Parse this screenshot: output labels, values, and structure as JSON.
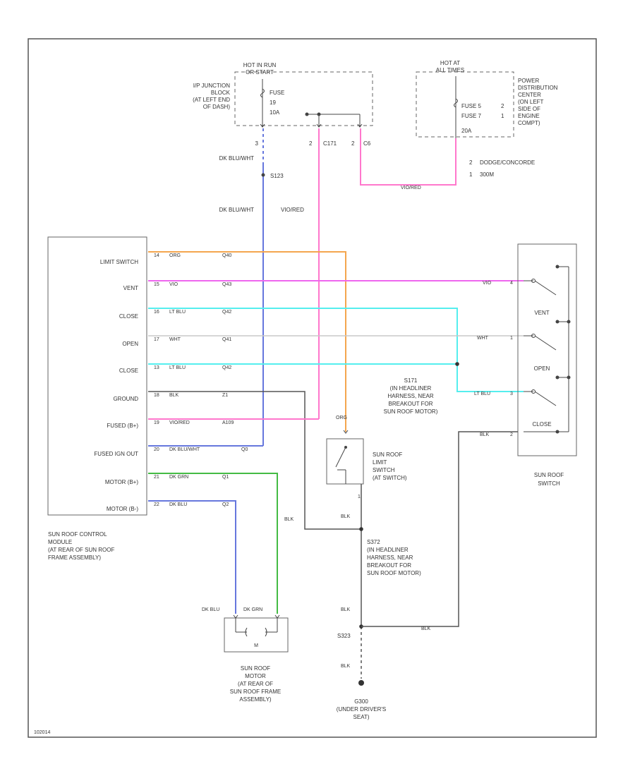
{
  "figure_id": "102014",
  "hot_run": {
    "header": [
      "HOT IN RUN",
      "OR START"
    ],
    "fuse_lines": [
      "FUSE",
      "19",
      "10A"
    ],
    "block_label": [
      "I/P JUNCTION",
      "BLOCK",
      "(AT LEFT END",
      "OF DASH)"
    ],
    "pin_left": "3",
    "pin_c1": "2",
    "c1_name": "C171",
    "pin_c2": "2",
    "c2_name": "C6"
  },
  "hot_all": {
    "header": [
      "HOT AT",
      "ALL TIMES"
    ],
    "fuse_rows": [
      "FUSE 5",
      "FUSE 7",
      "20A"
    ],
    "row_nums": [
      "2",
      "1"
    ],
    "block_label": [
      "POWER",
      "DISTRIBUTION",
      "CENTER",
      "(ON LEFT",
      "SIDE OF",
      "ENGINE",
      "COMPT)"
    ],
    "variants": [
      {
        "num": "2",
        "text": "DODGE/CONCORDE"
      },
      {
        "num": "1",
        "text": "300M"
      }
    ]
  },
  "wires": {
    "dk_blu_wht": "DK BLU/WHT",
    "splice_top": "S123",
    "vio_red": "VIO/RED",
    "vio_red_bottom": "VIO/RED"
  },
  "module": {
    "title": [
      "SUN ROOF CONTROL",
      "MODULE",
      "(AT REAR OF SUN ROOF",
      "FRAME ASSEMBLY)"
    ],
    "pins": [
      {
        "label": "LIMIT SWITCH",
        "pin": "14",
        "color": "ORG",
        "circuit": "Q40"
      },
      {
        "label": "VENT",
        "pin": "15",
        "color": "VIO",
        "circuit": "Q43"
      },
      {
        "label": "CLOSE",
        "pin": "16",
        "color": "LT BLU",
        "circuit": "Q42"
      },
      {
        "label": "OPEN",
        "pin": "17",
        "color": "WHT",
        "circuit": "Q41"
      },
      {
        "label": "CLOSE",
        "pin": "13",
        "color": "LT BLU",
        "circuit": "Q42"
      },
      {
        "label": "GROUND",
        "pin": "18",
        "color": "BLK",
        "circuit": "Z1"
      },
      {
        "label": "FUSED (B+)",
        "pin": "19",
        "color": "VIO/RED",
        "circuit": "A109"
      },
      {
        "label": "FUSED IGN OUT",
        "pin": "20",
        "color": "DK BLU/WHT",
        "circuit": "Q0"
      },
      {
        "label": "MOTOR (B+)",
        "pin": "21",
        "color": "DK GRN",
        "circuit": "Q1"
      },
      {
        "label": "MOTOR (B-)",
        "pin": "22",
        "color": "DK BLU",
        "circuit": "Q2"
      }
    ]
  },
  "switch": {
    "right_labels": [
      {
        "color": "VIO",
        "pin": "4"
      },
      {
        "color": "WHT",
        "pin": "1"
      },
      {
        "color": "LT BLU",
        "pin": "3"
      },
      {
        "color": "BLK",
        "pin": "2"
      }
    ],
    "positions": [
      "VENT",
      "OPEN",
      "CLOSE"
    ],
    "name": [
      "SUN ROOF",
      "SWITCH"
    ]
  },
  "splice_s171": {
    "name": "S171",
    "desc": [
      "(IN HEADLINER",
      "HARNESS, NEAR",
      "BREAKOUT FOR",
      "SUN ROOF MOTOR)"
    ]
  },
  "limit_switch": {
    "wire_color": "ORG",
    "pin": "1",
    "name": [
      "SUN ROOF",
      "LIMIT",
      "SWITCH",
      "(AT SWITCH)"
    ]
  },
  "ground": {
    "blk_labels": [
      "BLK",
      "BLK",
      "BLK",
      "BLK",
      "BLK"
    ],
    "splice_s372_name": "S372",
    "splice_s372_desc": [
      "(IN HEADLINER",
      "HARNESS, NEAR",
      "BREAKOUT FOR",
      "SUN ROOF MOTOR)"
    ],
    "splice_s323": "S323",
    "ground_name": [
      "G300",
      "(UNDER DRIVER'S",
      "SEAT)"
    ]
  },
  "motor": {
    "wire_left": "DK BLU",
    "wire_right": "DK GRN",
    "symbol": "M",
    "name": [
      "SUN ROOF",
      "MOTOR",
      "(AT REAR OF",
      "SUN ROOF FRAME",
      "ASSEMBLY)"
    ]
  },
  "colors": {
    "orange": "#f4a64e",
    "violet": "#ee66ee",
    "lt_blu": "#55eeee",
    "white_wire": "#c8c8c8",
    "black_wire": "#555555",
    "pink": "#ff77cc",
    "dk_blu": "#6677dd",
    "dk_grn": "#44bb44"
  }
}
